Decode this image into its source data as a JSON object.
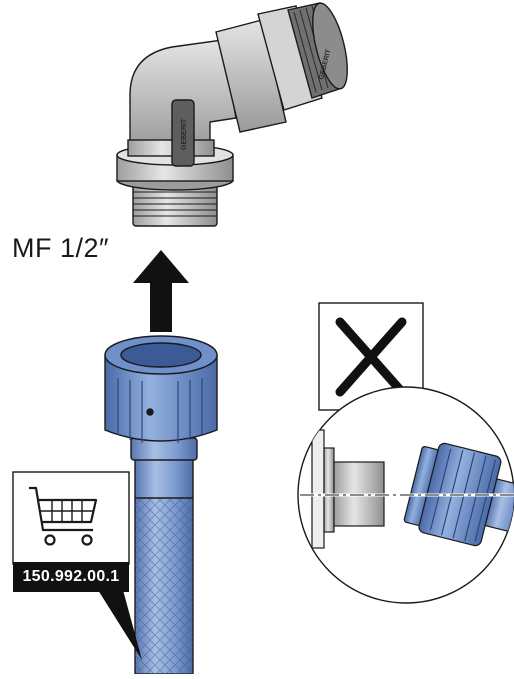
{
  "labels": {
    "thread_size": "MF 1/2″",
    "part_number": "150.992.00.1"
  },
  "elbow_brand": "GEBERIT",
  "colors": {
    "hose_blue": "#7c9ccc",
    "nut_blue": "#5f82bf",
    "elbow_grey": "#c8c8c8",
    "outline": "#1a1a1a"
  },
  "icons": {
    "order": "shopping-cart-icon",
    "wrong": "cross-mark-icon",
    "direction": "arrow-up-icon"
  }
}
